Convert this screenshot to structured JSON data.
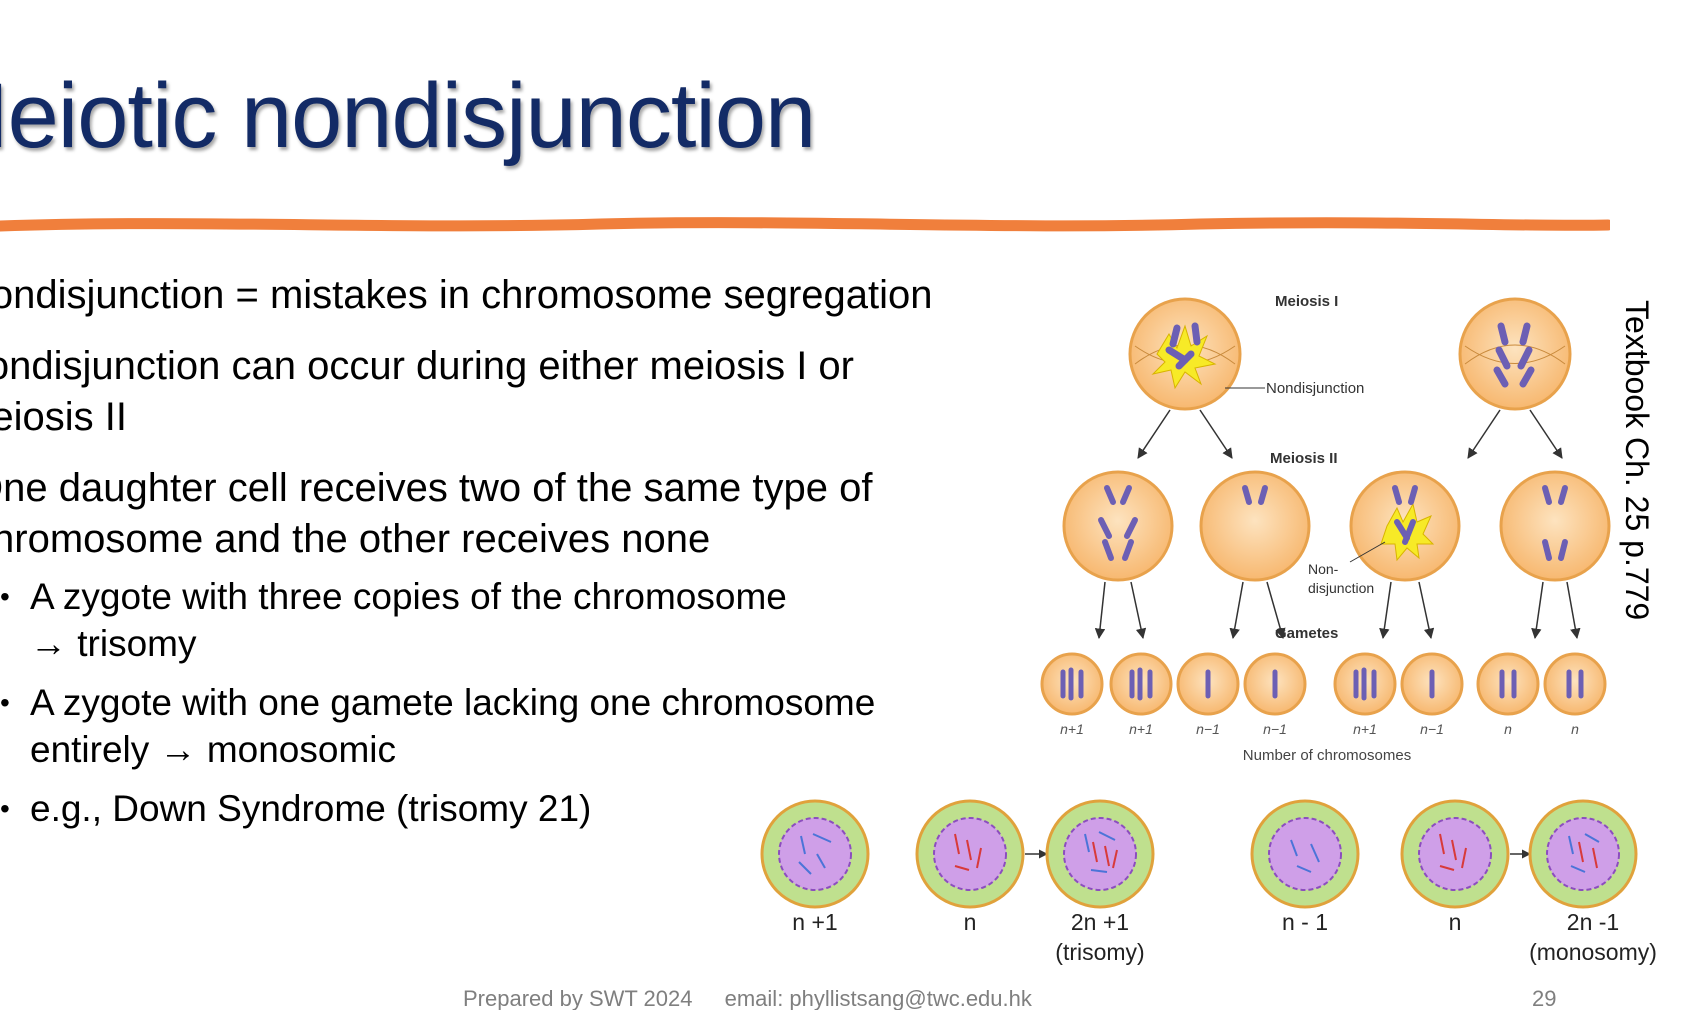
{
  "slide": {
    "title": "Meiotic nondisjunction",
    "bullets": [
      {
        "lines": [
          "Nondisjunction = mistakes in chromosome segregation"
        ]
      },
      {
        "lines": [
          "Nondisjunction can occur during either meiosis I or",
          "meiosis II"
        ]
      },
      {
        "lines": [
          "One daughter cell receives two of the same type of",
          "chromosome and the other receives none"
        ]
      }
    ],
    "sub_bullets": [
      {
        "lines": [
          "A zygote with three copies of the chromosome",
          "→ trisomy"
        ]
      },
      {
        "lines": [
          "A zygote with one gamete lacking one chromosome",
          "entirely → monosomic"
        ]
      },
      {
        "lines": [
          "e.g., Down Syndrome (trisomy 21)"
        ]
      }
    ],
    "side_note": "Textbook Ch. 25 p.779",
    "footer": {
      "prepared": "Prepared by SWT 2024",
      "email": "email: phyllistsang@twc.edu.hk",
      "page": "29"
    }
  },
  "meiosis_figure": {
    "labels": {
      "meiosis1": "Meiosis I",
      "meiosis2": "Meiosis II",
      "nondisjunction": "Nondisjunction",
      "nondisjunction2_a": "Non-",
      "nondisjunction2_b": "disjunction",
      "gametes": "Gametes",
      "x_axis": "Number of chromosomes"
    },
    "gamete_labels": [
      "n+1",
      "n+1",
      "n−1",
      "n−1",
      "n+1",
      "n−1",
      "n",
      "n"
    ]
  },
  "zygote_figure": {
    "left": {
      "cell1": "n +1",
      "cell2": "n",
      "result": "2n +1",
      "result_note": "(trisomy)"
    },
    "right": {
      "cell1": "n - 1",
      "cell2": "n",
      "result": "2n -1",
      "result_note": "(monosomy)"
    },
    "plus": "+"
  },
  "colors": {
    "title": "#132b66",
    "rule": "#f07f3c",
    "cell_fill": "#fbc98f",
    "cell_edge": "#e89a3c",
    "chromosome": "#6c5fb4",
    "zygote_outer": "#bfe08e",
    "zygote_inner": "#cf9fe8"
  }
}
